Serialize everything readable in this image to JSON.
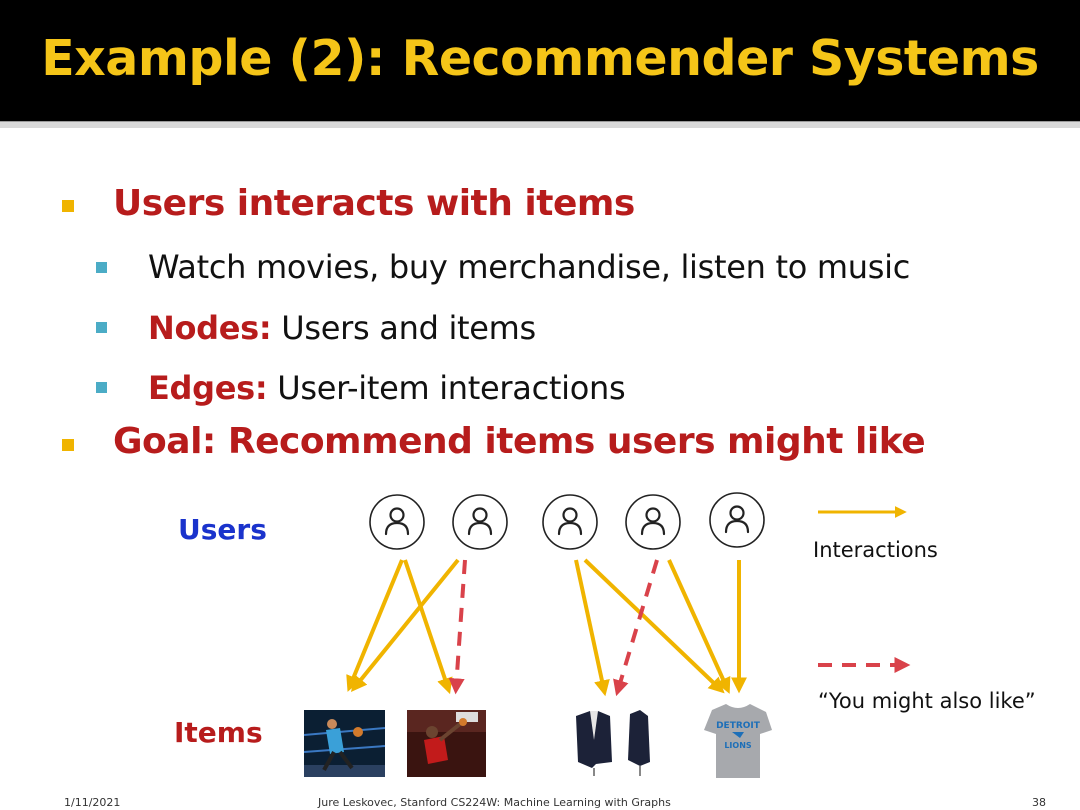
{
  "slide": {
    "title": "Example (2): Recommender Systems",
    "bullets": [
      {
        "text": "Users interacts with items"
      },
      {
        "text": "Goal: Recommend items users might like"
      }
    ],
    "sub_bullets": [
      {
        "text": "Watch movies, buy merchandise, listen to music"
      },
      {
        "label": "Nodes:",
        "text": " Users and items"
      },
      {
        "label": "Edges:",
        "text": " User-item interactions"
      }
    ]
  },
  "diagram": {
    "users_label": "Users",
    "items_label": "Items",
    "legend": {
      "interactions": "Interactions",
      "recommendation": "“You might also like”"
    },
    "colors": {
      "interaction_arrow": "#f0b400",
      "recommendation_arrow": "#d9424a"
    },
    "icons": [
      "user-icon",
      "user-icon",
      "user-icon",
      "user-icon",
      "user-icon"
    ],
    "items": [
      "basketball-photo",
      "basketball-photo",
      "blazer-photo",
      "blazer-photo",
      "detroit-lions-tshirt-photo"
    ],
    "tshirt_text": [
      "DETROIT",
      "LIONS"
    ]
  },
  "footer": {
    "date": "1/11/2021",
    "author": "Jure Leskovec, Stanford CS224W: Machine Learning with Graphs",
    "page": "38"
  }
}
